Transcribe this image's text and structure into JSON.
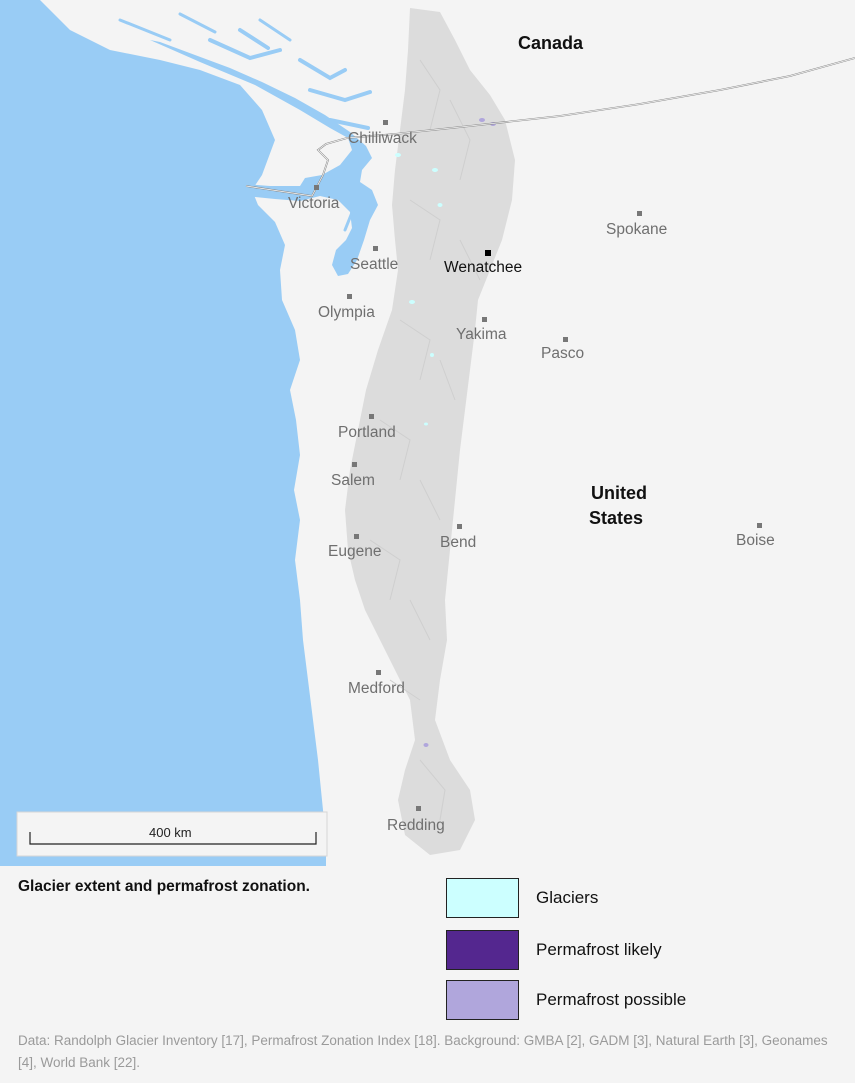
{
  "map": {
    "colors": {
      "water": "#99ccf5",
      "land": "#f4f4f4",
      "mountains": "#dcdcdc",
      "glaciers": "#ccffff",
      "permafrost_likely": "#54278f",
      "permafrost_possible": "#b0a6dc",
      "border": "#888888"
    },
    "countries": {
      "canada": "Canada",
      "united_states_line1": "United",
      "united_states_line2": "States"
    },
    "cities": {
      "chilliwack": "Chilliwack",
      "victoria": "Victoria",
      "seattle": "Seattle",
      "wenatchee": "Wenatchee",
      "spokane": "Spokane",
      "olympia": "Olympia",
      "yakima": "Yakima",
      "pasco": "Pasco",
      "portland": "Portland",
      "salem": "Salem",
      "eugene": "Eugene",
      "bend": "Bend",
      "boise": "Boise",
      "medford": "Medford",
      "redding": "Redding"
    },
    "scale_bar": {
      "label": "400 km"
    }
  },
  "legend": {
    "title": "Glacier extent and permafrost zonation.",
    "items": [
      {
        "label": "Glaciers",
        "color": "#ccffff"
      },
      {
        "label": "Permafrost likely",
        "color": "#54278f"
      },
      {
        "label": "Permafrost possible",
        "color": "#b0a6dc"
      }
    ]
  },
  "source": "Data: Randolph Glacier Inventory [17], Permafrost Zonation Index [18]. Background: GMBA [2], GADM [3], Natural Earth [3], Geonames [4], World Bank [22]."
}
